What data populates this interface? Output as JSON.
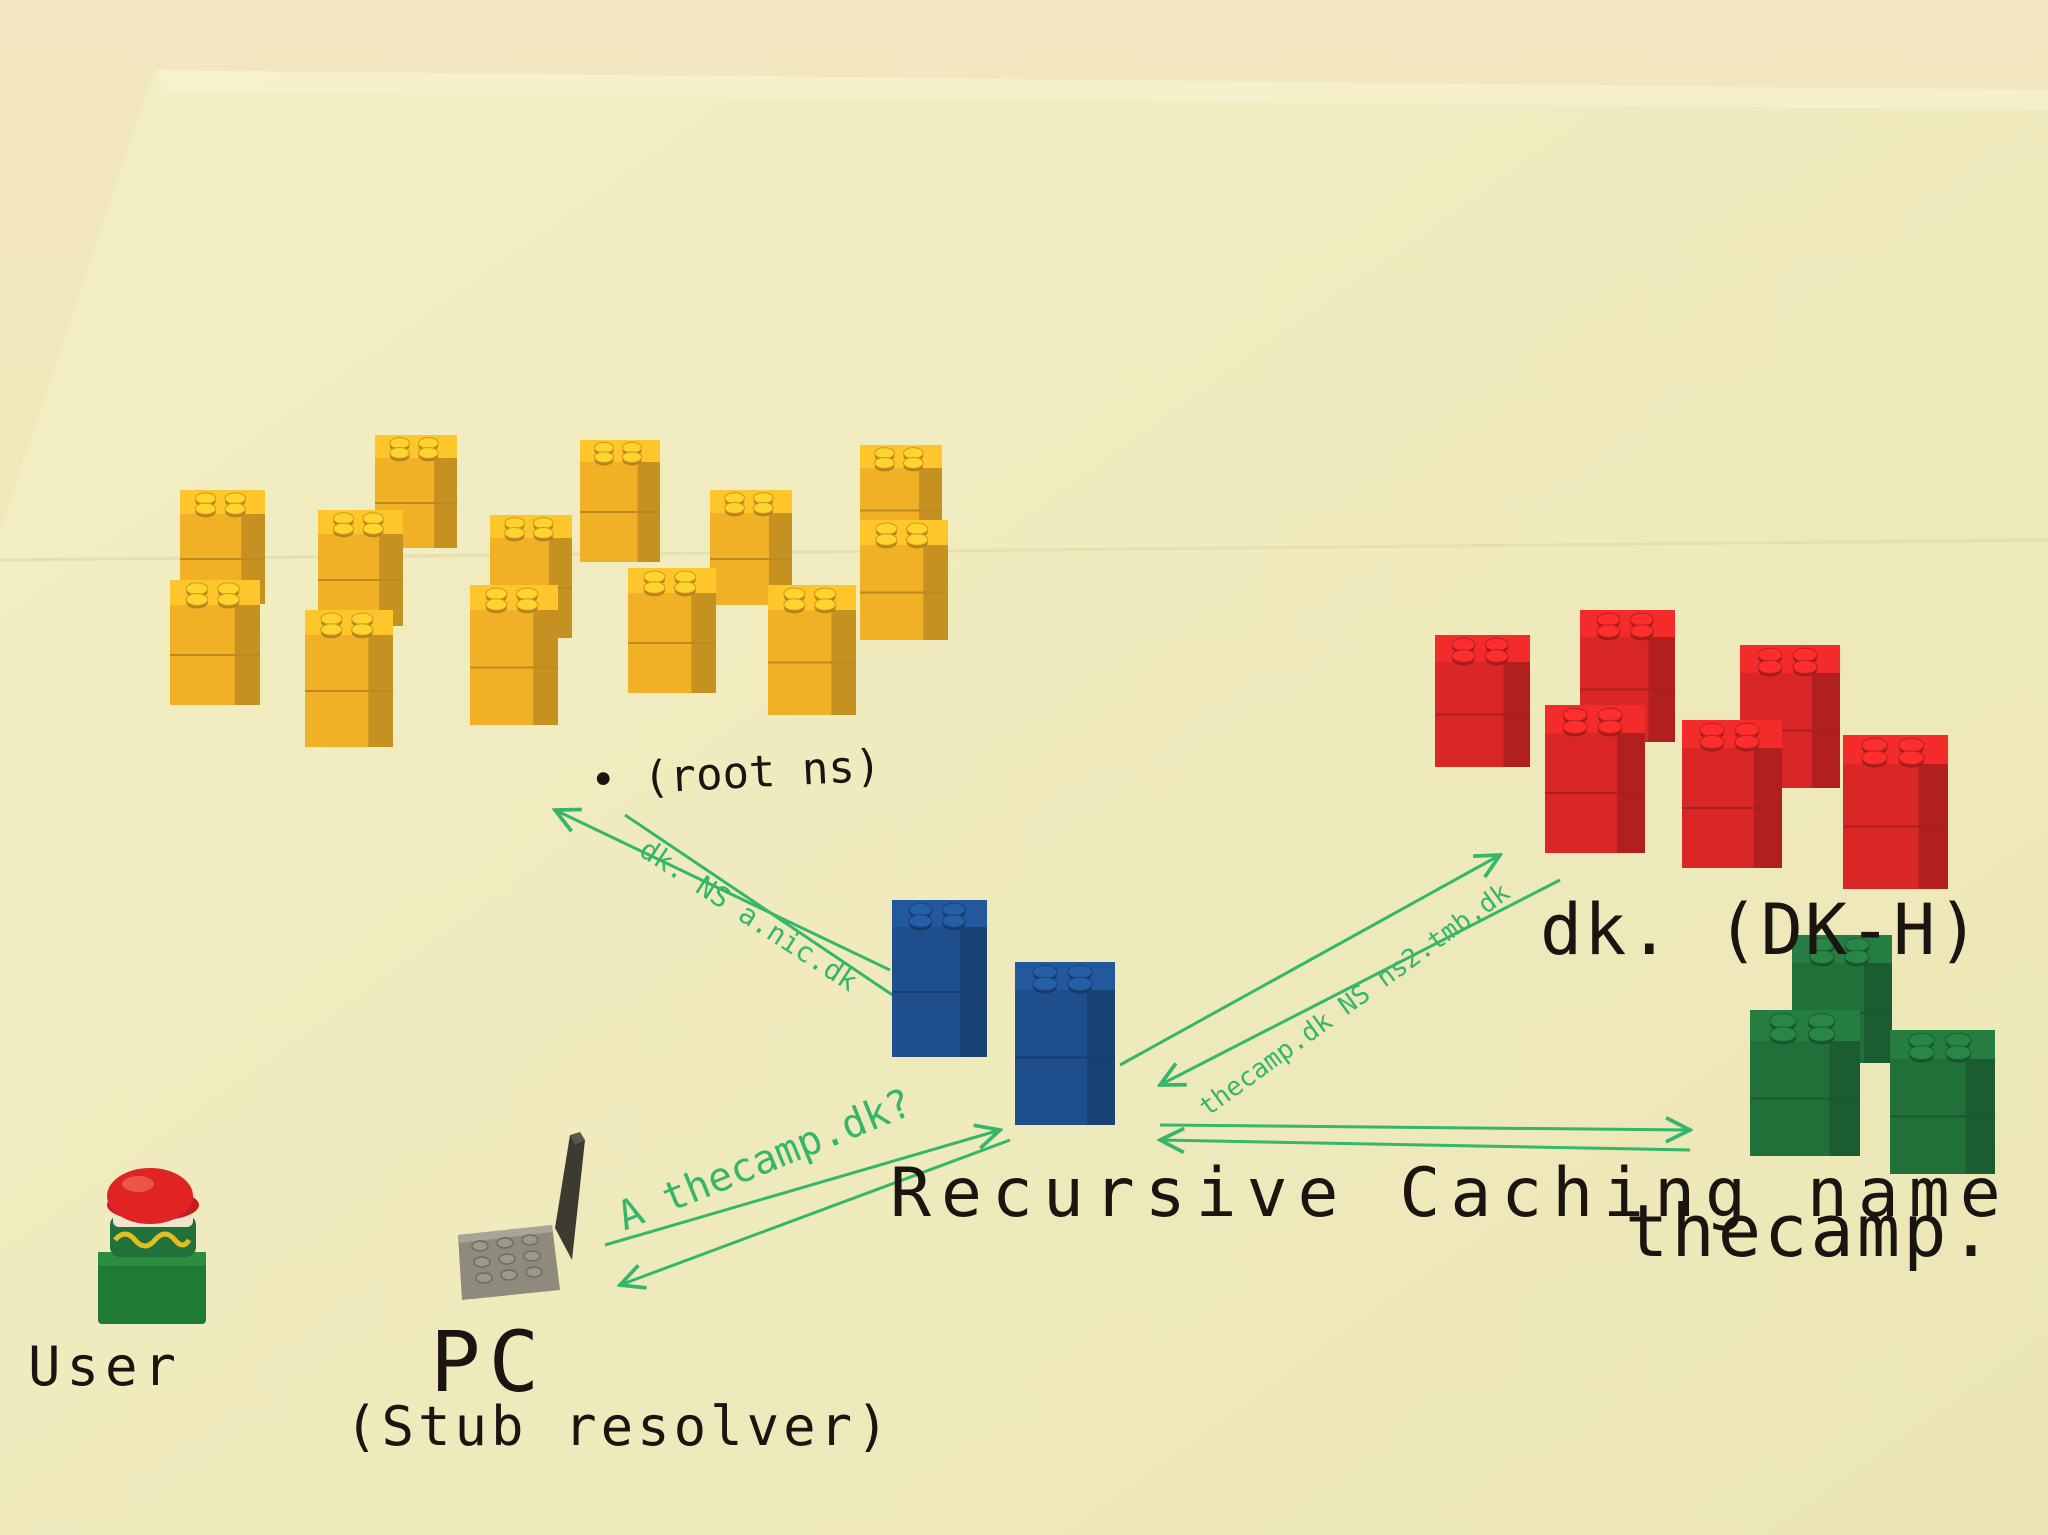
{
  "photo": {
    "labels": {
      "root": "• (root ns)",
      "dk": "dk. (DK-H)",
      "thecamp": "thecamp.",
      "resolver": "Recursive\nCaching\nname server",
      "user": "User",
      "pc": "PC",
      "stub": "(Stub\nresolver)"
    },
    "annotations": {
      "root_reply": "dk. NS a.nic.dk",
      "dk_reply": "thecamp.dk NS ns2.tmb.dk",
      "pc_query": "A thecamp.dk?"
    },
    "colors": {
      "paper": "#ede5bd",
      "ink": "#1a1510",
      "arrow": "#35b66a",
      "brick_yellow": "#f0b127",
      "brick_red": "#d92626",
      "brick_green": "#21703a",
      "brick_blue": "#1e4f8c",
      "brick_gray": "#8f8b7c"
    }
  }
}
